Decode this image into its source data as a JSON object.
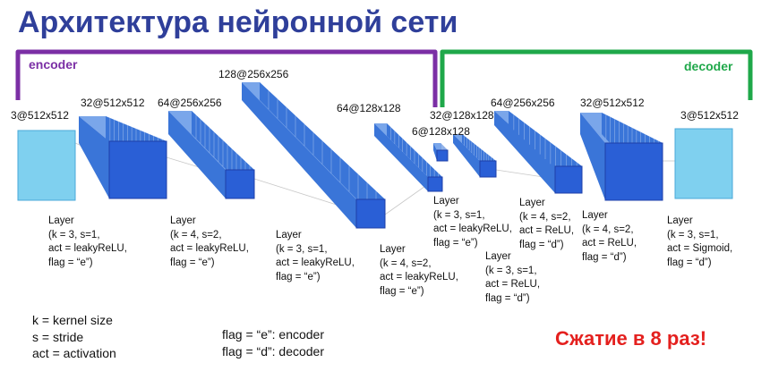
{
  "title": "Архитектура нейронной сети",
  "encoder_label": "encoder",
  "decoder_label": "decoder",
  "dims": [
    "3@512x512",
    "32@512x512",
    "64@256x256",
    "128@256x256",
    "64@128x128",
    "6@128x128",
    "32@128x128",
    "64@256x256",
    "32@512x512",
    "3@512x512"
  ],
  "layers": [
    [
      "Layer",
      "(k = 3, s=1,",
      "act = leakyReLU,",
      "flag = “e”)"
    ],
    [
      "Layer",
      "(k = 4, s=2,",
      "act = leakyReLU,",
      "flag = “e”)"
    ],
    [
      "Layer",
      "(k = 3, s=1,",
      "act = leakyReLU,",
      "flag = “e”)"
    ],
    [
      "Layer",
      "(k = 4, s=2,",
      "act = leakyReLU,",
      "flag = “e”)"
    ],
    [
      "Layer",
      "(k = 3, s=1,",
      "act = leakyReLU,",
      "flag = “e”)"
    ],
    [
      "Layer",
      "(k = 3, s=1,",
      "act = ReLU,",
      "flag = “d”)"
    ],
    [
      "Layer",
      "(k = 4, s=2,",
      "act = ReLU,",
      "flag = “d”)"
    ],
    [
      "Layer",
      "(k = 4, s=2,",
      "act = ReLU,",
      "flag = “d”)"
    ],
    [
      "Layer",
      "(k = 3, s=1,",
      "act = Sigmoid,",
      "flag = “d”)"
    ]
  ],
  "legend_abbrev": [
    "k = kernel size",
    "s = stride",
    "act = activation"
  ],
  "legend_flags": [
    "flag = “e”: encoder",
    "flag = “d”: decoder"
  ],
  "compression": "Сжатие в 8 раз!",
  "colors": {
    "title": "#2f3f9a",
    "encoder_bracket": "#7b2fa5",
    "decoder_bracket": "#1fa84a",
    "block_front": "#2a5fd6",
    "block_side": "#3a75d8",
    "block_top": "#7aa6ea",
    "input_output": "#7fd0ef",
    "compression": "#e4201e"
  }
}
